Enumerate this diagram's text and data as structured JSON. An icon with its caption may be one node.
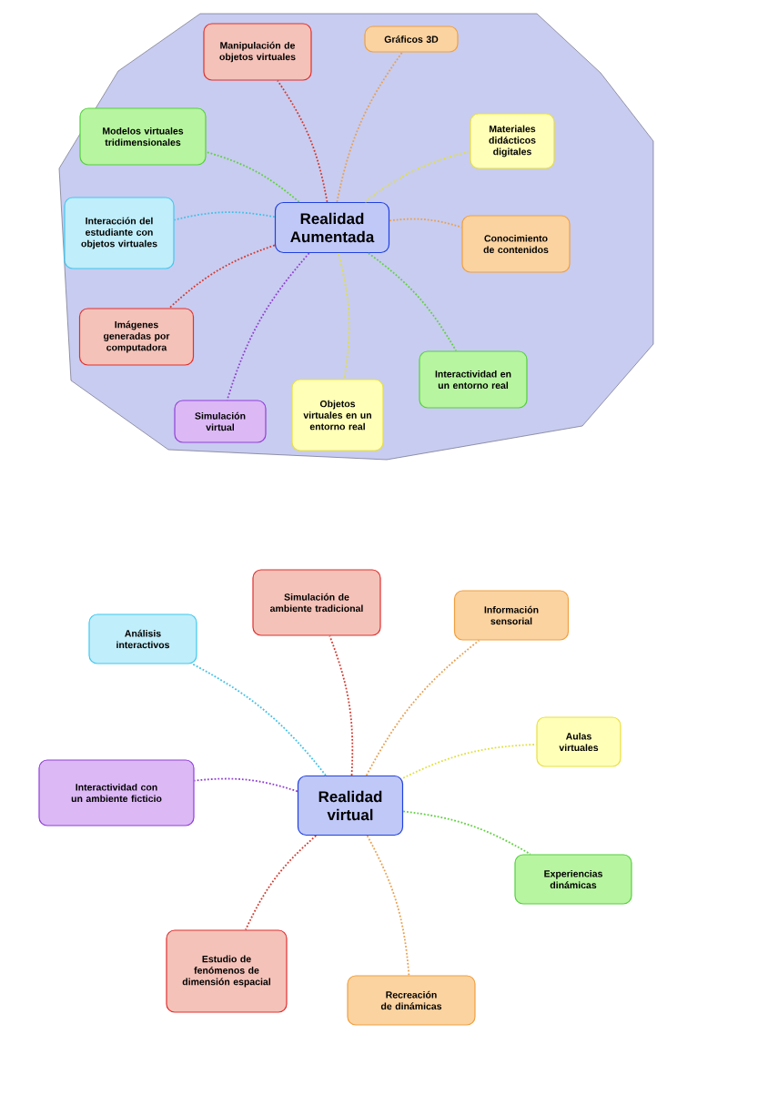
{
  "diagram": {
    "nodes": [
      {
        "text": [],
        "shape": "polygon"
      },
      {
        "text": [
          "Realidad Aumentada"
        ],
        "in": 0
      },
      {
        "text": [
          "Manipulación de objetos virtuales"
        ],
        "in": 0
      },
      {
        "text": [
          "Gráficos 3D"
        ],
        "in": 0
      },
      {
        "text": [
          "Modelos virtuales tridimensionales"
        ],
        "in": 0
      },
      {
        "text": [
          "Materiales didácticos digitales"
        ],
        "in": 0
      },
      {
        "text": [
          "Interacción del estudiante con objetos virtuales"
        ],
        "in": 0
      },
      {
        "text": [
          "Conocimiento de contenidos"
        ],
        "in": 0
      },
      {
        "text": [
          "Imágenes generadas por computadora"
        ],
        "in": 0
      },
      {
        "text": [
          "Interactividad en un entorno real"
        ],
        "in": 0
      },
      {
        "text": [
          "Simulación virtual"
        ],
        "in": 0
      },
      {
        "text": [
          "Objetos virtuales en un entorno real"
        ],
        "in": 0
      },
      {
        "text": [
          "Realidad virtual"
        ]
      },
      {
        "text": [
          "Simulación de ambiente tradicional"
        ]
      },
      {
        "text": [
          "Información sensorial"
        ]
      },
      {
        "text": [
          "Análisis interactivos"
        ]
      },
      {
        "text": [
          "Aulas virtuales"
        ]
      },
      {
        "text": [
          "Interactividad con un ambiente ficticio"
        ]
      },
      {
        "text": [
          "Experiencias dinámicas"
        ]
      },
      {
        "text": [
          "Estudio de fenómenos de dimensión espacial"
        ]
      },
      {
        "text": [
          "Recreación de dinámicas"
        ]
      }
    ],
    "edges": [
      {
        "from": 1,
        "to": 2,
        "arrow": "none",
        "color": "#d03a30"
      },
      {
        "from": 1,
        "to": 3,
        "arrow": "none",
        "color": "#e8a050"
      },
      {
        "from": 1,
        "to": 4,
        "arrow": "none",
        "color": "#60d040"
      },
      {
        "from": 1,
        "to": 5,
        "arrow": "none",
        "color": "#e0e040"
      },
      {
        "from": 1,
        "to": 6,
        "arrow": "none",
        "color": "#40c0e8"
      },
      {
        "from": 1,
        "to": 7,
        "arrow": "none",
        "color": "#e8a050"
      },
      {
        "from": 1,
        "to": 8,
        "arrow": "none",
        "color": "#d03a30"
      },
      {
        "from": 1,
        "to": 9,
        "arrow": "none",
        "color": "#60d040"
      },
      {
        "from": 1,
        "to": 10,
        "arrow": "none",
        "color": "#9040d0"
      },
      {
        "from": 1,
        "to": 11,
        "arrow": "none",
        "color": "#e0e040"
      },
      {
        "from": 12,
        "to": 13,
        "arrow": "none",
        "color": "#d03a30"
      },
      {
        "from": 12,
        "to": 14,
        "arrow": "none",
        "color": "#e8a050"
      },
      {
        "from": 12,
        "to": 15,
        "arrow": "none",
        "color": "#40c0e8"
      },
      {
        "from": 12,
        "to": 16,
        "arrow": "none",
        "color": "#e0e040"
      },
      {
        "from": 12,
        "to": 17,
        "arrow": "none",
        "color": "#9040d0"
      },
      {
        "from": 12,
        "to": 18,
        "arrow": "none",
        "color": "#60d040"
      },
      {
        "from": 12,
        "to": 19,
        "arrow": "none",
        "color": "#d03a30"
      },
      {
        "from": 12,
        "to": 20,
        "arrow": "none",
        "color": "#e8a050"
      }
    ]
  }
}
